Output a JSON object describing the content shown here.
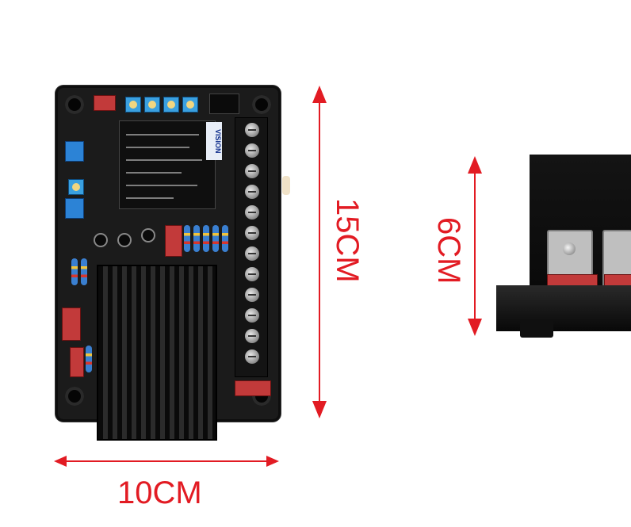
{
  "labels": {
    "height": "15CM",
    "width": "10CM",
    "depth": "6CM",
    "board_brand": "VISION"
  },
  "colors": {
    "dimension_red": "#e21b23",
    "board_black": "#1b1b1b",
    "pot_blue": "#3aa0e0"
  },
  "icons": {
    "vertical_dimension": "double-arrow-vertical",
    "horizontal_dimension": "double-arrow-horizontal"
  }
}
